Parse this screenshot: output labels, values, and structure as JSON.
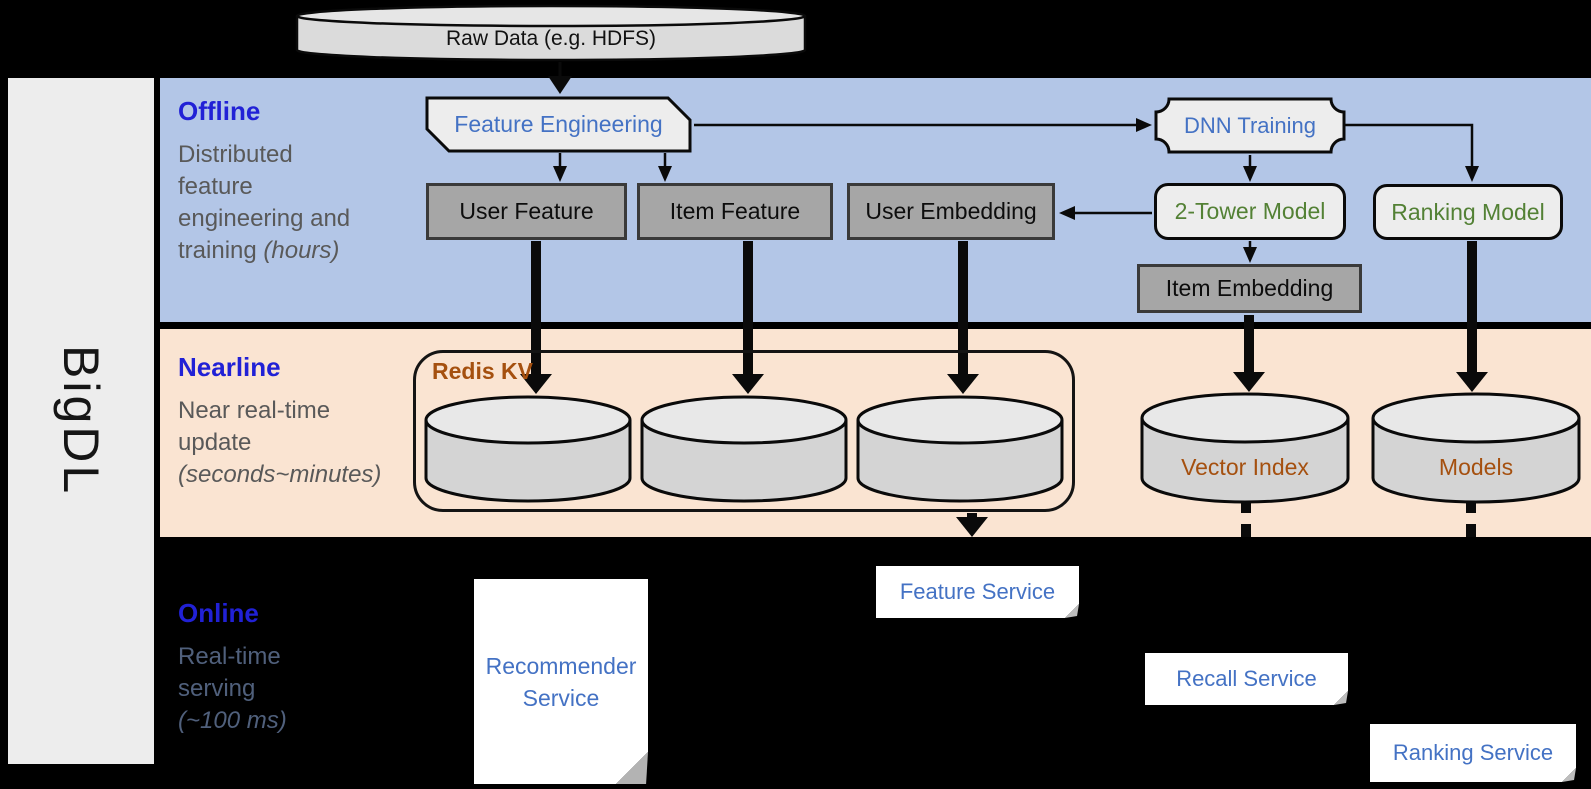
{
  "brand": {
    "name": "BigDL"
  },
  "top": {
    "raw_data": "Raw Data (e.g. HDFS)"
  },
  "bands": {
    "offline": {
      "title": "Offline",
      "line1": "Distributed",
      "line2": "feature",
      "line3": "engineering and",
      "line4_normal": "training ",
      "line4_italic": "(hours)"
    },
    "nearline": {
      "title": "Nearline",
      "line1": "Near real-time",
      "line2": "update",
      "line3_italic": "(seconds~minutes)"
    },
    "online": {
      "title": "Online",
      "line1": "Real-time",
      "line2": "serving",
      "line3_italic": "(~100 ms)"
    }
  },
  "offline_nodes": {
    "feature_engineering": "Feature Engineering",
    "dnn_training": "DNN Training",
    "user_feature": "User Feature",
    "item_feature": "Item Feature",
    "user_embedding": "User Embedding",
    "two_tower_model": "2-Tower Model",
    "ranking_model": "Ranking Model",
    "item_embedding": "Item Embedding"
  },
  "nearline_nodes": {
    "redis_kv": "Redis KV",
    "vector_index": "Vector Index",
    "models": "Models"
  },
  "online_nodes": {
    "recommender_line1": "Recommender",
    "recommender_line2": "Service",
    "feature_service": "Feature Service",
    "recall_service": "Recall Service",
    "ranking_service": "Ranking Service"
  },
  "colors": {
    "section_title_blue": "#2121D6",
    "node_text_blue": "#4472C4",
    "model_text_green": "#538135",
    "store_text_brown": "#A5500F",
    "offline_band": "#B3C6E7",
    "nearline_band": "#FAE4D2",
    "gray_box_fill": "#A6A6A6",
    "light_box_fill": "#EDEDED",
    "cylinder_fill": "#D4D4D4",
    "desc_text_gray": "#595959",
    "online_desc_slate": "#50607C",
    "background": "#000000"
  }
}
